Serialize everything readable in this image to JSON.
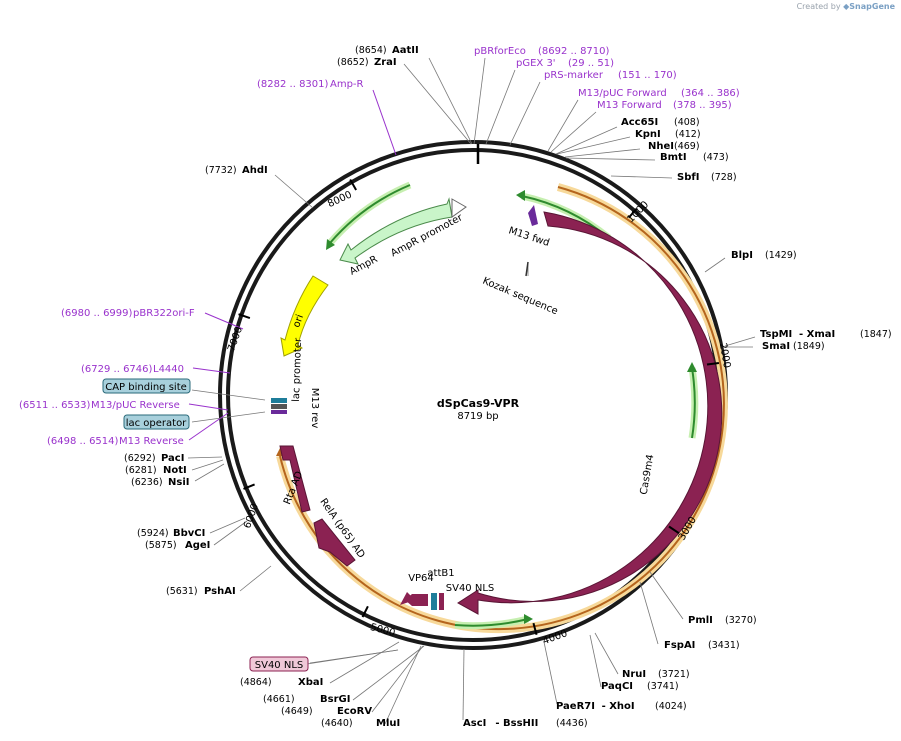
{
  "credit": {
    "prefix": "Created by",
    "brand": "SnapGene"
  },
  "plasmid": {
    "name": "dSpCas9-VPR",
    "length_label": "8719 bp"
  },
  "colors": {
    "primer": "#9932cc",
    "arc_orange": "#f4c36b",
    "arc_green": "#4caf50",
    "cas9": "#8b2252",
    "ampr": "#c9f5c9",
    "ori": "#ffff00",
    "label_box": "#a8d0dc"
  },
  "ruler": [
    "1000",
    "2000",
    "3000",
    "4000",
    "5000",
    "6000",
    "7000",
    "8000"
  ],
  "sites": [
    {
      "pos": "(8654)",
      "name": "AatII"
    },
    {
      "pos": "(8652)",
      "name": "ZraI"
    },
    {
      "name": "Acc65I",
      "pos": "(408)"
    },
    {
      "name": "KpnI",
      "pos": "(412)"
    },
    {
      "name": "NheI",
      "pos": "(469)"
    },
    {
      "name": "BmtI",
      "pos": "(473)"
    },
    {
      "name": "SbfI",
      "pos": "(728)"
    },
    {
      "name": "BlpI",
      "pos": "(1429)"
    },
    {
      "name": "TspMI",
      "sep": "- XmaI",
      "pos": "(1847)"
    },
    {
      "name": "SmaI",
      "pos": "(1849)"
    },
    {
      "name": "PmlI",
      "pos": "(3270)"
    },
    {
      "name": "FspAI",
      "pos": "(3431)"
    },
    {
      "name": "NruI",
      "pos": "(3721)"
    },
    {
      "name": "PaqCI",
      "pos": "(3741)"
    },
    {
      "name": "PaeR7I",
      "sep": "- XhoI",
      "pos": "(4024)"
    },
    {
      "name": "AscI",
      "sep": "- BssHII",
      "pos": "(4436)"
    },
    {
      "pos": "(4640)",
      "name": "MluI"
    },
    {
      "pos": "(4649)",
      "name": "EcoRV"
    },
    {
      "pos": "(4661)",
      "name": "BsrGI"
    },
    {
      "pos": "(4864)",
      "name": "XbaI"
    },
    {
      "pos": "(5631)",
      "name": "PshAI"
    },
    {
      "pos": "(5875)",
      "name": "AgeI"
    },
    {
      "pos": "(5924)",
      "name": "BbvCI"
    },
    {
      "pos": "(6236)",
      "name": "NsiI"
    },
    {
      "pos": "(6281)",
      "name": "NotI"
    },
    {
      "pos": "(6292)",
      "name": "PacI"
    },
    {
      "pos": "(7732)",
      "name": "AhdI"
    }
  ],
  "primers": [
    {
      "name": "pBRforEco",
      "range": "(8692 .. 8710)"
    },
    {
      "name": "pGEX 3'",
      "range": "(29 .. 51)"
    },
    {
      "name": "pRS-marker",
      "range": "(151 .. 170)"
    },
    {
      "name": "M13/pUC Forward",
      "range": "(364 .. 386)"
    },
    {
      "name": "M13 Forward",
      "range": "(378 .. 395)"
    },
    {
      "range": "(8282 .. 8301)",
      "name": "Amp-R"
    },
    {
      "range": "(6980 .. 6999)",
      "name": "pBR322ori-F"
    },
    {
      "range": "(6729 .. 6746)",
      "name": "L4440"
    },
    {
      "range": "(6511 .. 6533)",
      "name": "M13/pUC Reverse"
    },
    {
      "range": "(6498 .. 6514)",
      "name": "M13 Reverse"
    }
  ],
  "boxed_labels": [
    "CAP binding site",
    "lac operator",
    "SV40 NLS"
  ],
  "features": [
    "M13 fwd",
    "Kozak sequence",
    "Cas9m4",
    "AmpR",
    "AmpR promoter",
    "ori",
    "lac promoter",
    "M13 rev",
    "Rta AD",
    "RelA (p65) AD",
    "VP64",
    "attB1",
    "SV40 NLS"
  ]
}
